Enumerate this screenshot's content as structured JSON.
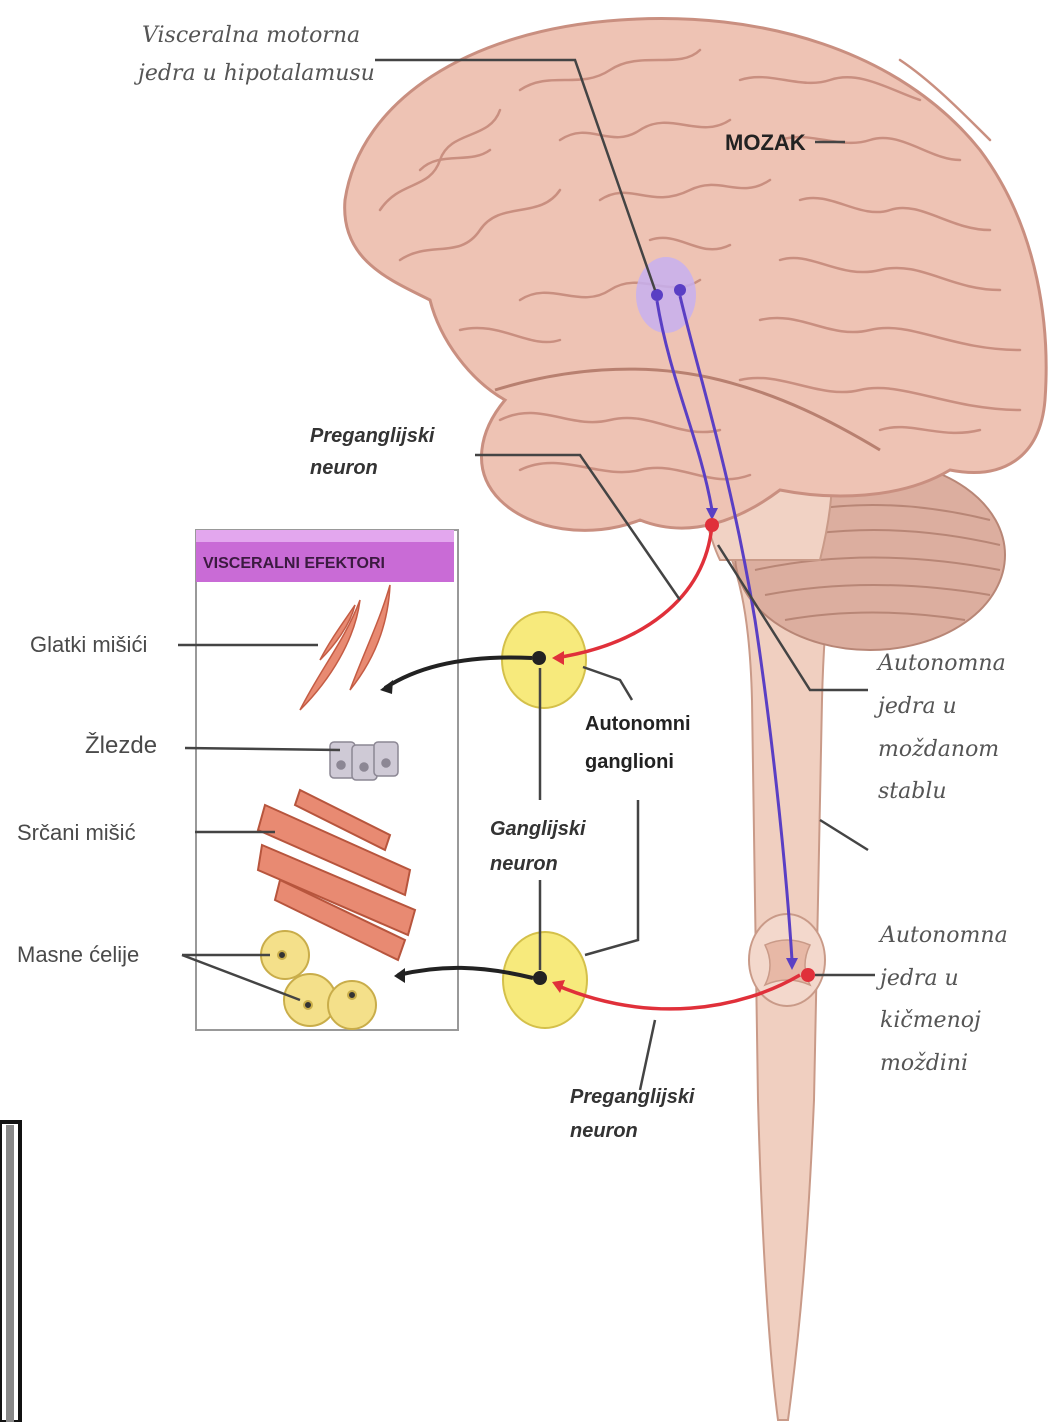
{
  "labels": {
    "hypothalamus_line1": "Visceralna motorna",
    "hypothalamus_line2": "jedra u hipotalamusu",
    "brain": "MOZAK",
    "preganglionic_upper_line1": "Preganglijski",
    "preganglionic_upper_line2": "neuron",
    "effectors_header": "VISCERALNI EFEKTORI",
    "smooth_muscle": "Glatki mišići",
    "glands": "Žlezde",
    "cardiac_muscle": "Srčani mišić",
    "fat_cells": "Masne ćelije",
    "autonomic_ganglia_line1": "Autonomni",
    "autonomic_ganglia_line2": "ganglioni",
    "ganglionic_neuron_line1": "Ganglijski",
    "ganglionic_neuron_line2": "neuron",
    "brainstem_line1": "Autonomna",
    "brainstem_line2": "jedra u",
    "brainstem_line3": "moždanom",
    "brainstem_line4": "stablu",
    "spinal_line1": "Autonomna",
    "spinal_line2": "jedra u",
    "spinal_line3": "kičmenoj",
    "spinal_line4": "moždini",
    "preganglionic_lower_line1": "Preganglijski",
    "preganglionic_lower_line2": "neuron"
  },
  "colors": {
    "brain": "#eec3b4",
    "brain_outline": "#c98f80",
    "spinal_cord": "#f0cfc0",
    "cerebellum": "#dcae9f",
    "ganglion": "#f7ea7c",
    "preganglionic_axon": "#e0303a",
    "hypothalamic_tract": "#5a3fc4",
    "ganglionic_axon": "#222222",
    "header_fill": "#c96bd6",
    "muscle": "#e88a72"
  }
}
